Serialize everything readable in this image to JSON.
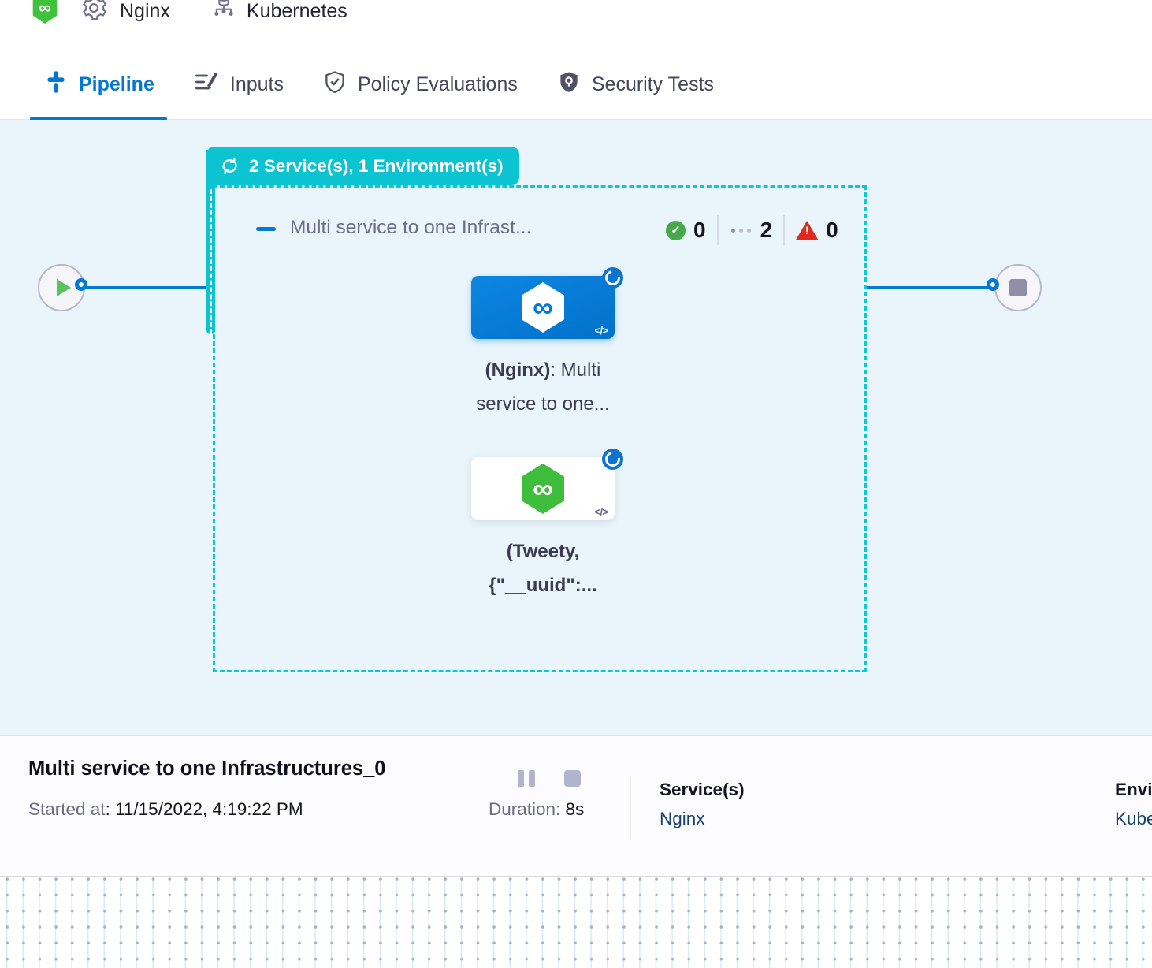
{
  "header": {
    "pipeline_label": "Nginx",
    "infra_label": "Kubernetes"
  },
  "tabs": [
    {
      "label": "Pipeline",
      "active": true
    },
    {
      "label": "Inputs",
      "active": false
    },
    {
      "label": "Policy Evaluations",
      "active": false
    },
    {
      "label": "Security Tests",
      "active": false
    }
  ],
  "canvas": {
    "stage_badge_label": "2 Service(s), 1 Environment(s)",
    "stage_title": "Multi service to one Infrast...",
    "status": {
      "success_count": "0",
      "running_count": "2",
      "failed_count": "0"
    },
    "node_nginx": {
      "bold": "(Nginx)",
      "rest": ": Multi",
      "line2": "service to one...",
      "code_glyph": "</>"
    },
    "node_tweety": {
      "line1": "(Tweety,",
      "line2": "{\"__uuid\":...",
      "code_glyph": "</>"
    }
  },
  "footer": {
    "title": "Multi service to one Infrastructures_0",
    "started_label": "Started at",
    "started_value": ": 11/15/2022, 4:19:22 PM",
    "duration_label": "Duration:",
    "duration_value": " 8s",
    "services_label": "Service(s)",
    "services_value": "Nginx",
    "environments_label": "Environment(s)",
    "environments_value": "Kubernetes"
  },
  "colors": {
    "accent_teal": "#0BC3D1",
    "primary_blue": "#0278D5",
    "success_green": "#46A94C",
    "error_red": "#E0281C"
  }
}
